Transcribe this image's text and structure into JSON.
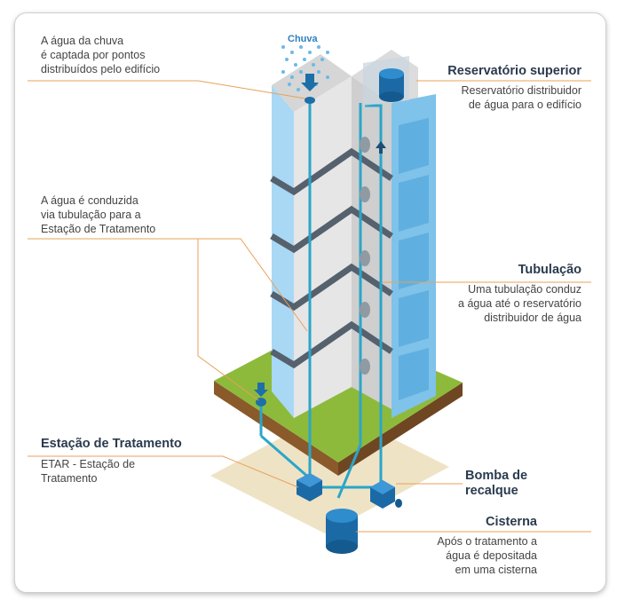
{
  "colors": {
    "sky_blue": "#9fd2f3",
    "pipe_blue": "#2aa6c9",
    "dark_navy": "#1b4f78",
    "concrete": "#e3e3e3",
    "grass": "#8dba3b",
    "soil": "#8a5a2b",
    "sand": "#efe3c5",
    "leader_orange": "#e8a15a",
    "heading": "#2b3a4e"
  },
  "rain": {
    "label": "Chuva"
  },
  "annotations": {
    "rain_capture": [
      "A água da chuva",
      "é captada por pontos",
      "distribuídos pelo edifício"
    ],
    "conduction": [
      "A água é conduzida",
      "via tubulação para a",
      "Estação de Tratamento"
    ],
    "treatment": {
      "title": "Estação de Tratamento",
      "desc": [
        "ETAR - Estação de",
        "Tratamento"
      ]
    },
    "upper_reservoir": {
      "title": "Reservatório superior",
      "desc": [
        "Reservatório distribuidor",
        "de água para o edifício"
      ]
    },
    "piping": {
      "title": "Tubulação",
      "desc": [
        "Uma tubulação conduz",
        "a água até o reservatório",
        "distribuidor de água"
      ]
    },
    "pump": {
      "title": [
        "Bomba de",
        "recalque"
      ]
    },
    "cistern": {
      "title": "Cisterna",
      "desc": [
        "Após o tratamento a",
        "água é depositada",
        "em uma cisterna"
      ]
    }
  }
}
